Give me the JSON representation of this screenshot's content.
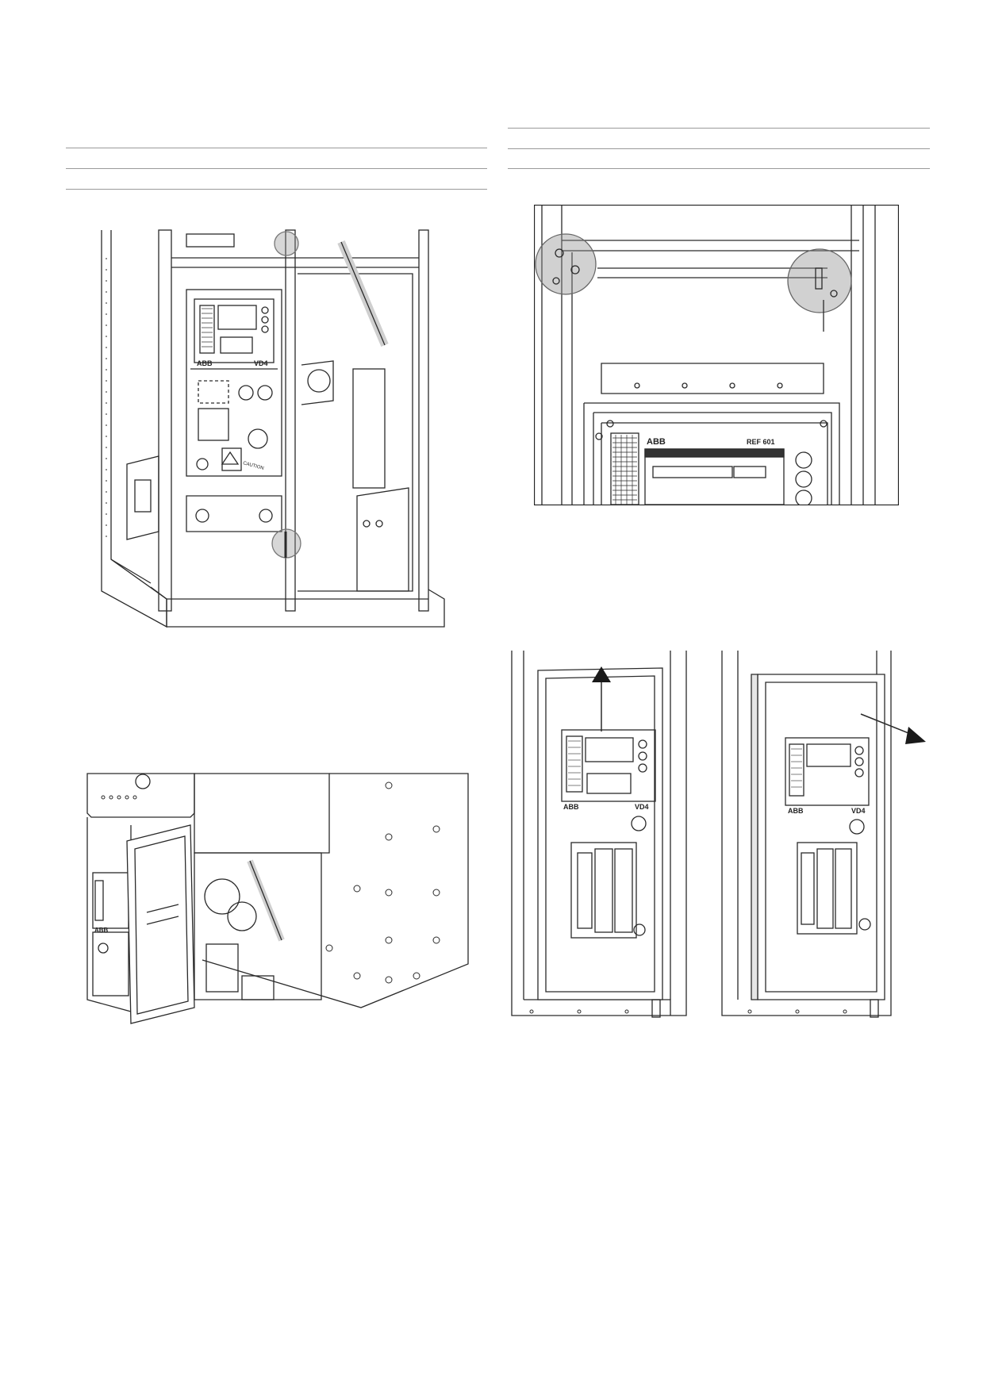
{
  "page": {
    "figures": {
      "fig_panel_open": {
        "relay_brand": "ABB",
        "breaker_label": "VD4",
        "warning_text": "CAUTION"
      },
      "fig_hinge_detail": {
        "relay_brand": "ABB",
        "relay_model": "REF 601"
      },
      "fig_door_lift": {
        "brand": "ABB",
        "breaker_label": "VD4"
      },
      "fig_door_remove": {
        "brand": "ABB",
        "breaker_label": "VD4"
      },
      "fig_door_swing": {
        "brand": "ABB"
      }
    },
    "colors": {
      "line": "#2a2a2a",
      "rule": "#9a9a9a",
      "highlight": "#8c8c8c"
    }
  }
}
